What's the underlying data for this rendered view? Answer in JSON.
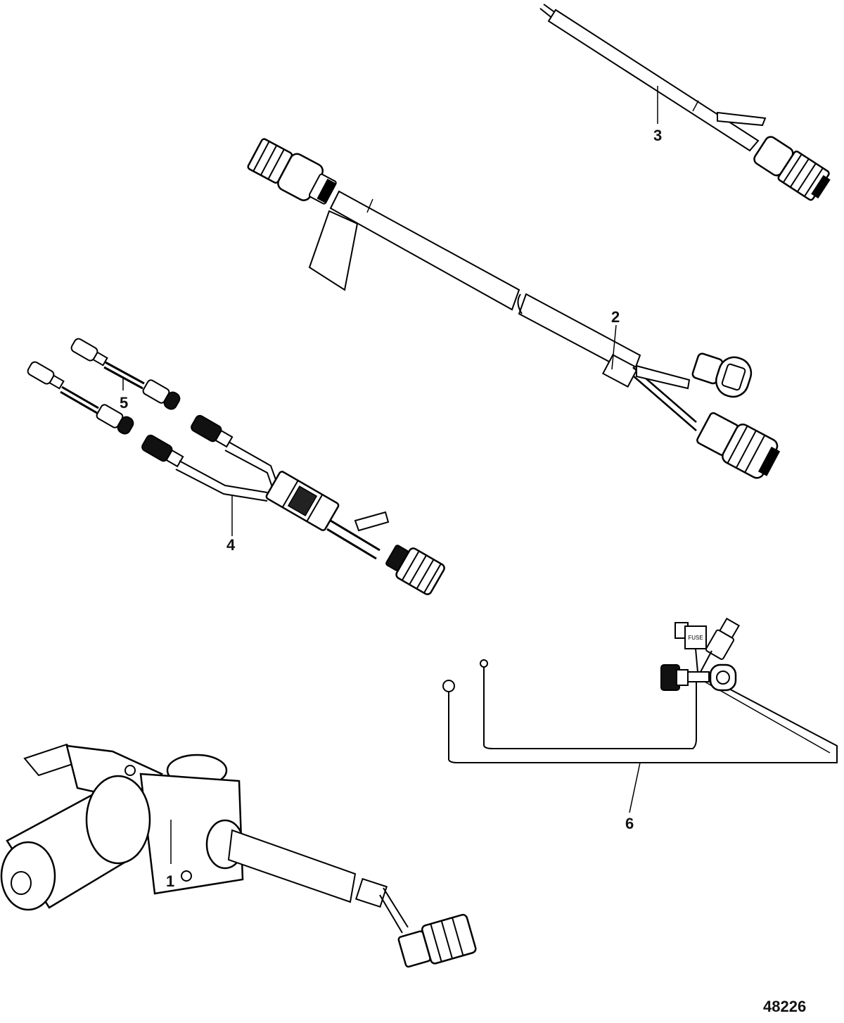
{
  "diagram": {
    "callouts": {
      "c1": "1",
      "c2": "2",
      "c3": "3",
      "c4": "4",
      "c5": "5",
      "c6": "6"
    },
    "figure_number": "48226",
    "fuse_label": "FUSE"
  }
}
